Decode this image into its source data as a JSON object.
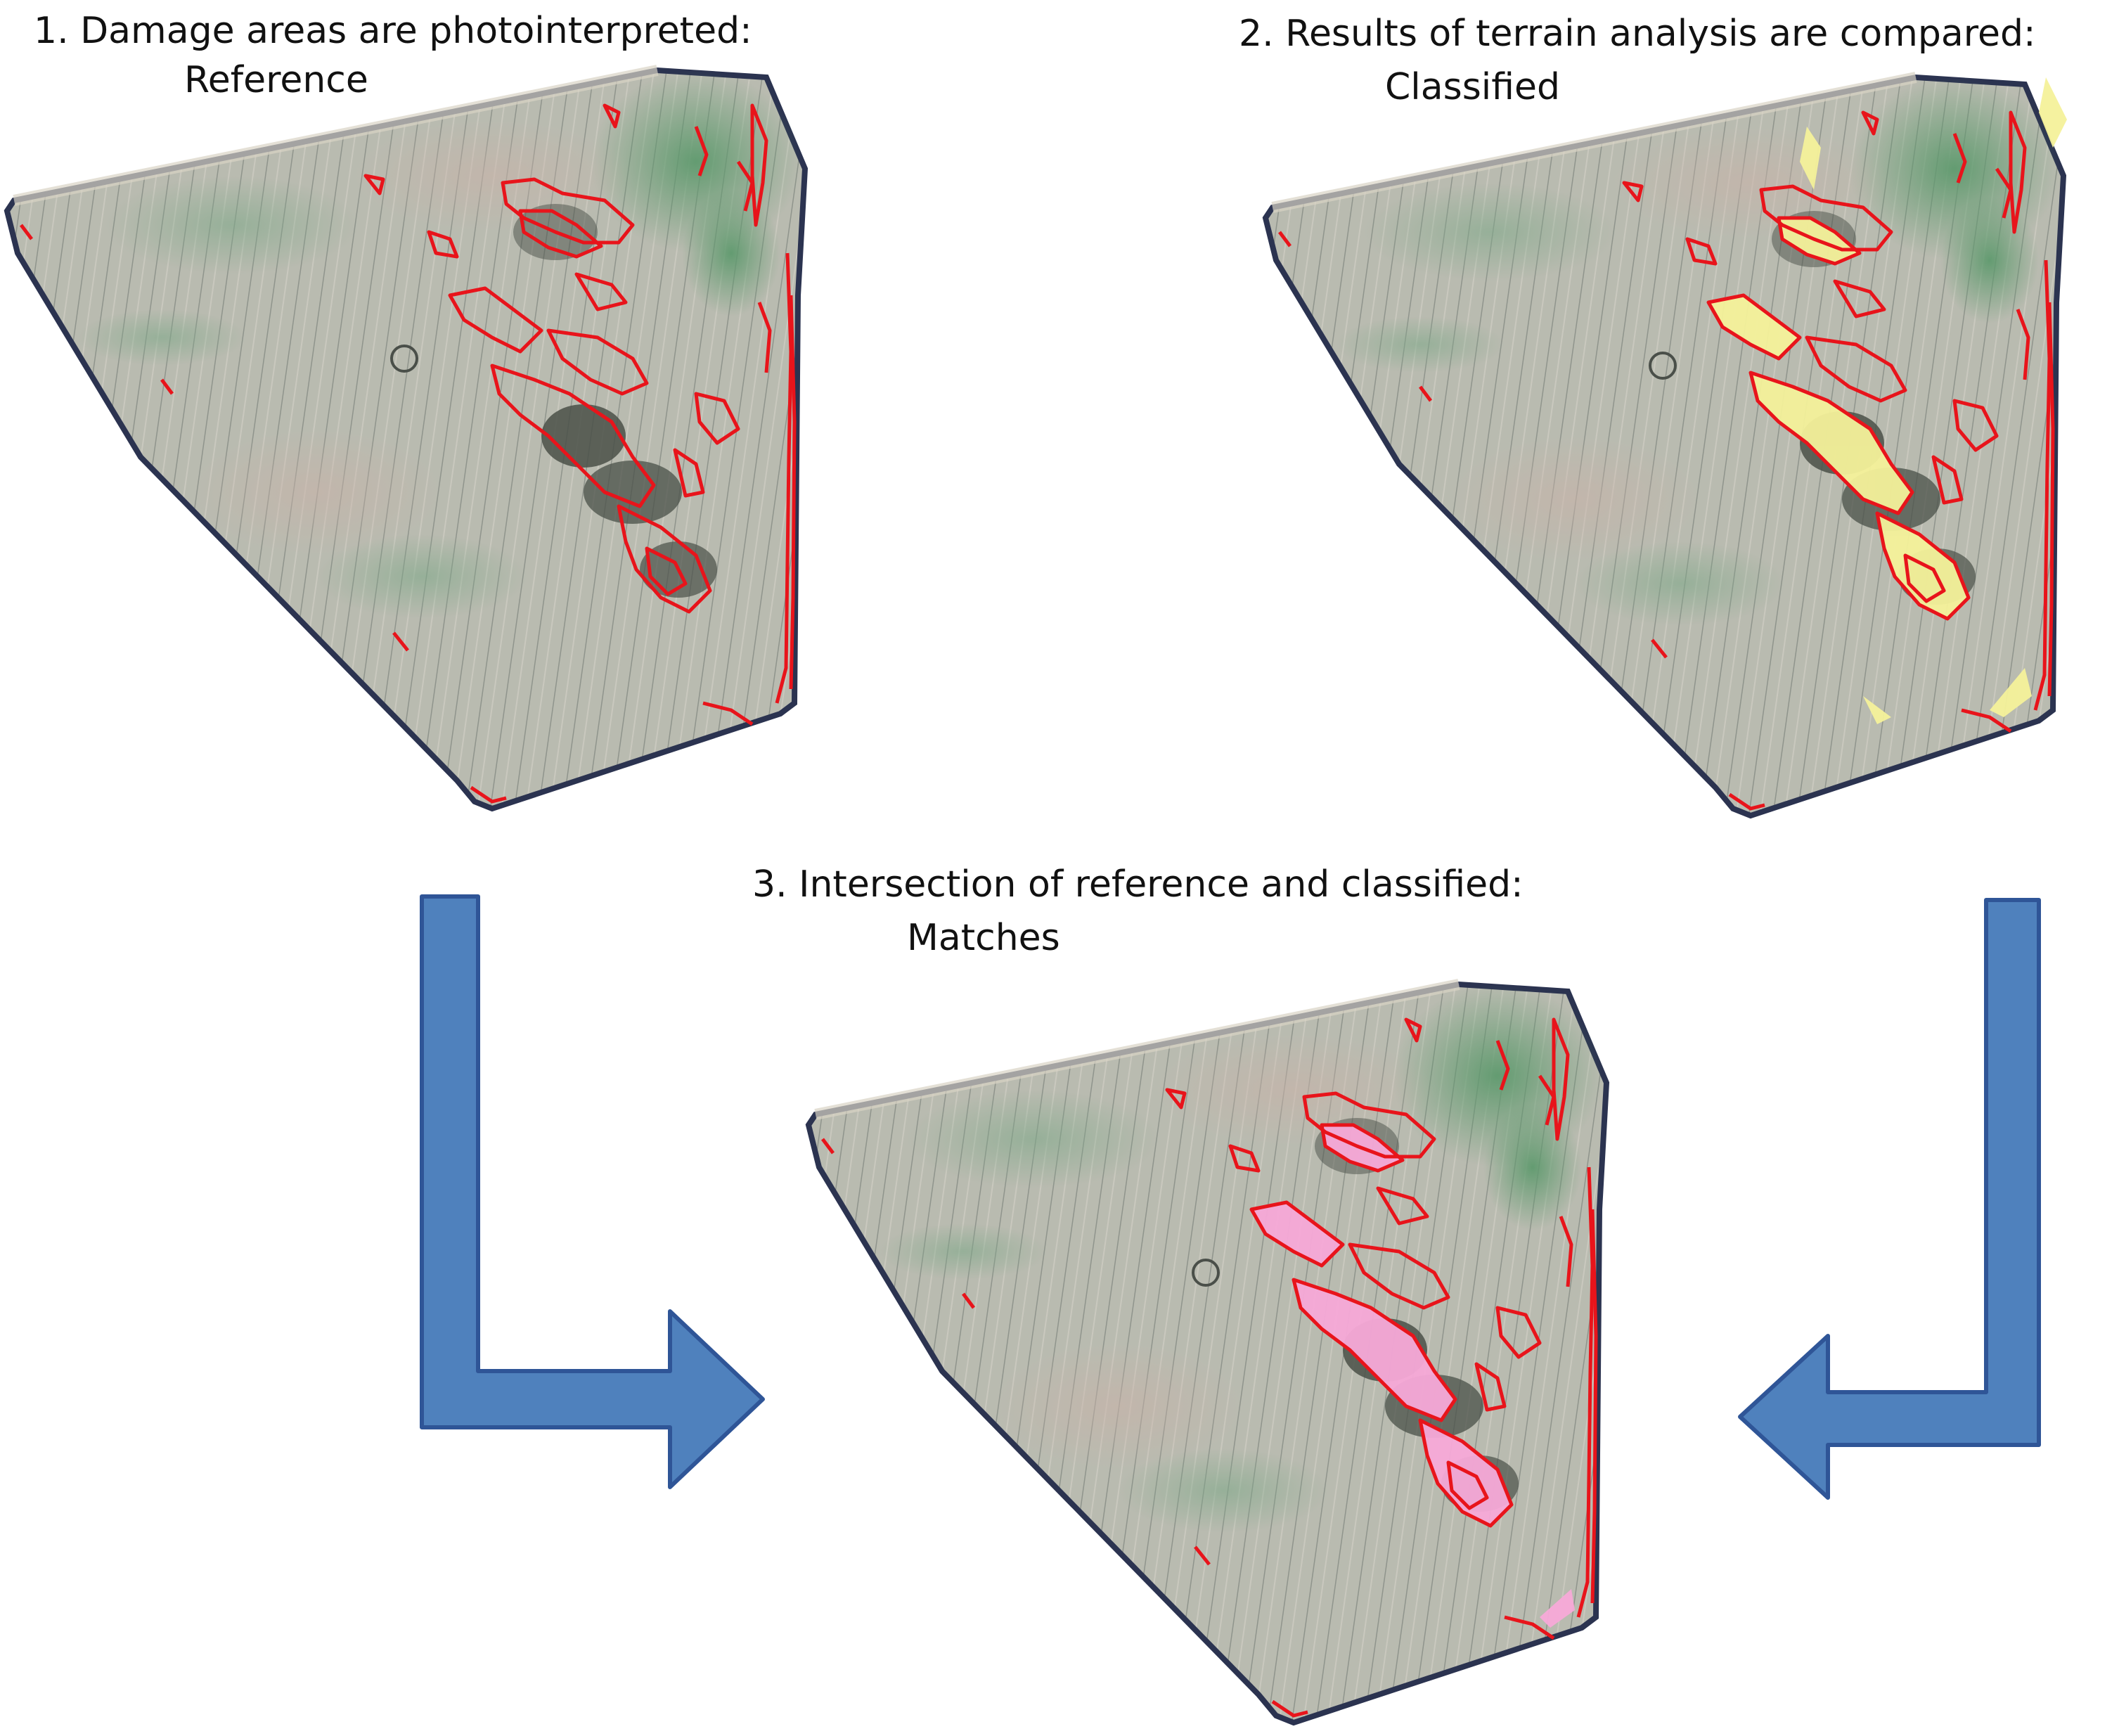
{
  "panels": [
    {
      "id": "reference",
      "caption": "1. Damage areas are photointerpreted:",
      "sublabel": "Reference",
      "fill": "none"
    },
    {
      "id": "classified",
      "caption": "2. Results of terrain analysis are compared:",
      "sublabel": "Classified",
      "fill": "#f4f19a"
    },
    {
      "id": "matches",
      "caption": "3. Intersection of reference and classified:",
      "sublabel": "Matches",
      "fill": "#f7a9d8"
    }
  ],
  "colors": {
    "arrow": "#4f81bd",
    "arrow_outline": "#2f5597",
    "damage_outline": "#e8141b",
    "field_base": "#b7b9ad",
    "field_green": "#6f9e77",
    "dark_patch": "#4a5048"
  },
  "icons": {
    "arrow_left": "arrow-down-right-icon",
    "arrow_right": "arrow-down-left-icon"
  }
}
